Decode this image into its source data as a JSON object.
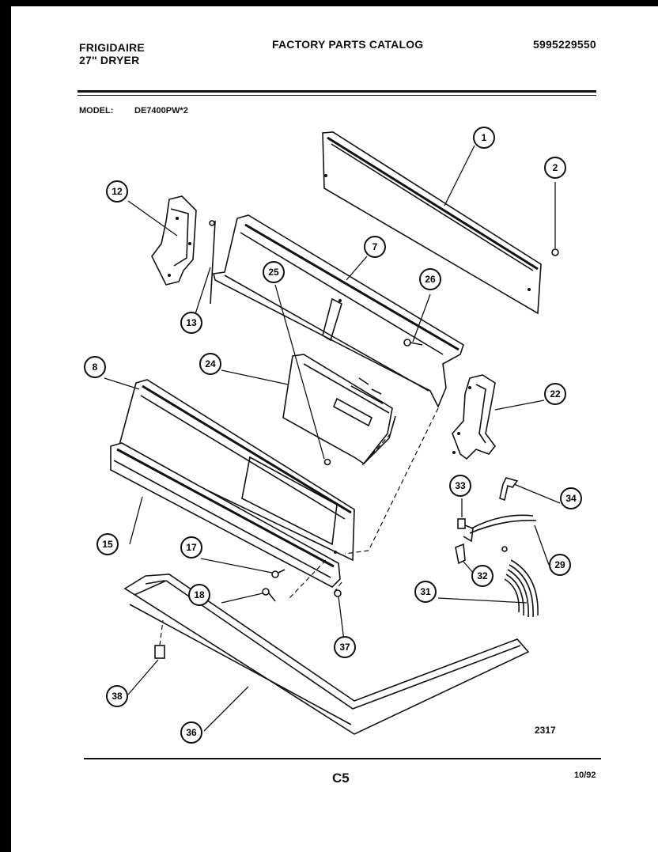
{
  "header": {
    "brand": "FRIGIDAIRE",
    "product": "27\" DRYER",
    "catalog_title": "FACTORY PARTS CATALOG",
    "catalog_number": "5995229550",
    "model_label": "MODEL:",
    "model_value": "DE7400PW*2"
  },
  "callouts": [
    "1",
    "2",
    "7",
    "12",
    "13",
    "26",
    "24",
    "8",
    "25",
    "22",
    "33",
    "34",
    "15",
    "17",
    "29",
    "32",
    "18",
    "31",
    "37",
    "38",
    "36"
  ],
  "footer": {
    "diagram_number": "2317",
    "page": "C5",
    "date": "10/92"
  },
  "colors": {
    "ink": "#111111",
    "paper": "#ffffff",
    "border": "#000000"
  }
}
